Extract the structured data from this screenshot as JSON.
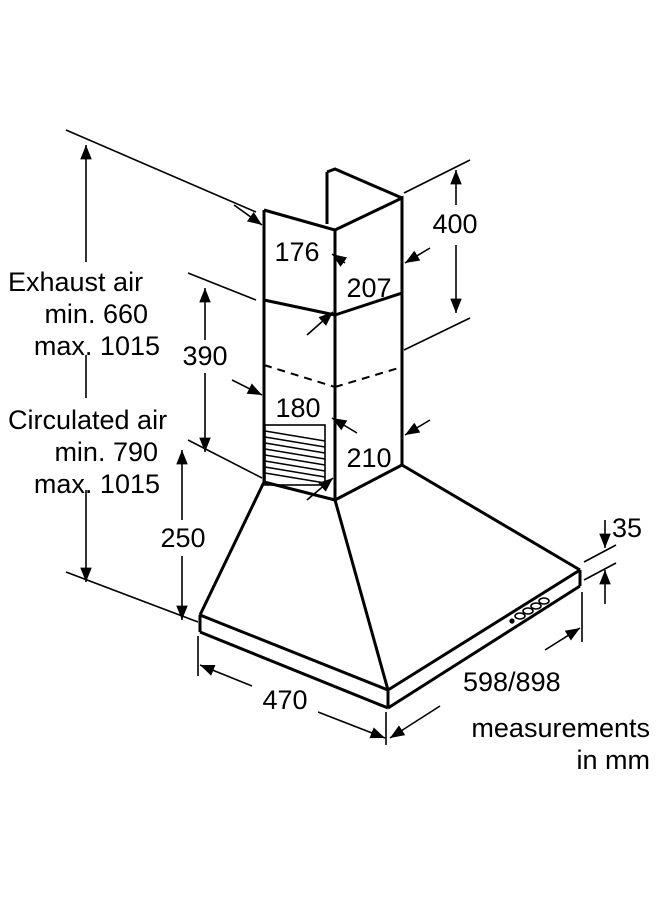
{
  "labels": {
    "exhaust_title": "Exhaust air",
    "exhaust_min": "min. 660",
    "exhaust_max": "max. 1015",
    "circulated_title": "Circulated air",
    "circulated_min": "min. 790",
    "circulated_max": "max. 1015",
    "dim_390": "390",
    "dim_250": "250",
    "dim_176": "176",
    "dim_207": "207",
    "dim_400": "400",
    "dim_180": "180",
    "dim_210": "210",
    "dim_35": "35",
    "dim_470": "470",
    "dim_598_898": "598/898",
    "units_line1": "measurements",
    "units_line2": "in mm"
  }
}
